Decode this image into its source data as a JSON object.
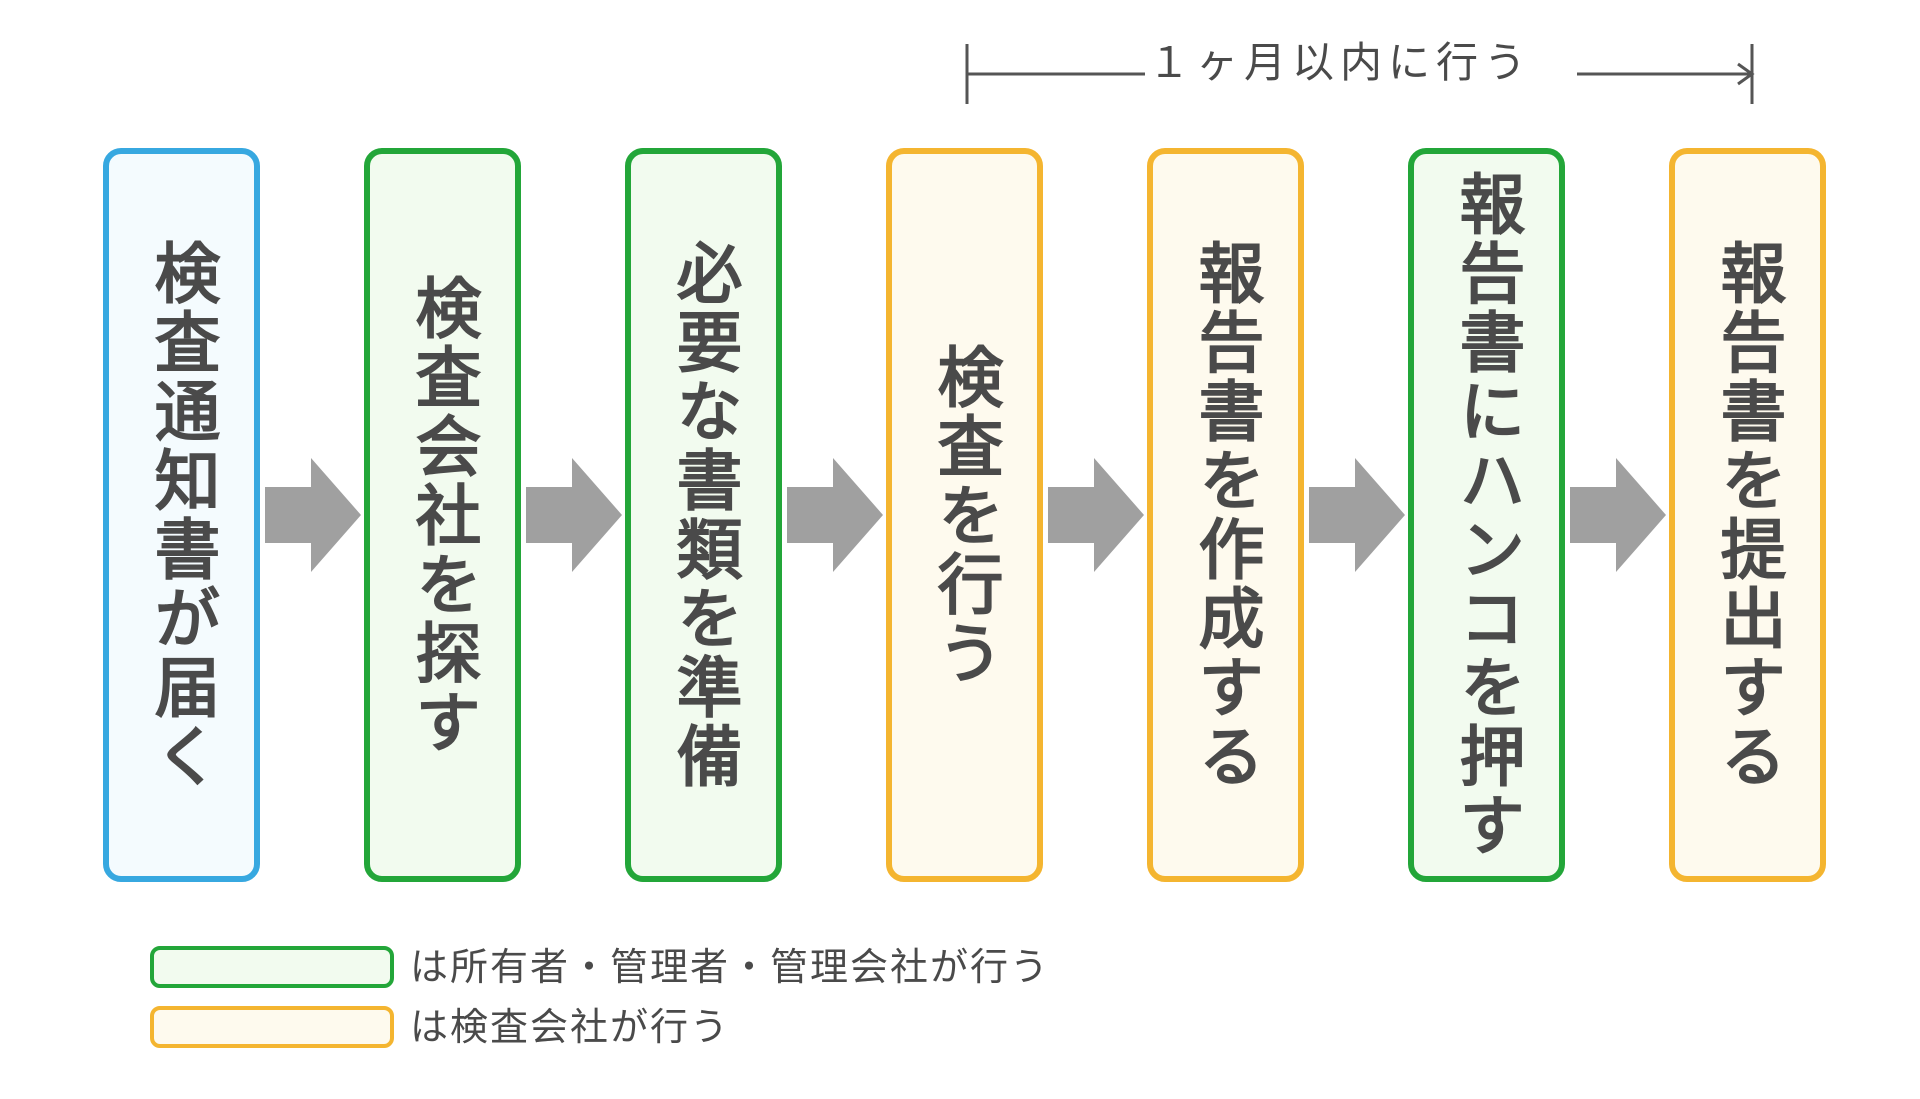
{
  "timeline": {
    "label": "１ヶ月以内に行う"
  },
  "steps": [
    {
      "label": "検査通知書が届く",
      "color": "#37a8e0"
    },
    {
      "label": "検査会社を探す",
      "color": "#23a639"
    },
    {
      "label": "必要な書類を準備",
      "color": "#23a639"
    },
    {
      "label": "検査を行う",
      "color": "#f4b530"
    },
    {
      "label": "報告書を作成する",
      "color": "#f4b530"
    },
    {
      "label": "報告書にハンコを押す",
      "color": "#23a639"
    },
    {
      "label": "報告書を提出する",
      "color": "#f4b530"
    }
  ],
  "legend": [
    {
      "text": "は所有者・管理者・管理会社が行う",
      "color": "#23a639"
    },
    {
      "text": "は検査会社が行う",
      "color": "#f4b530"
    }
  ],
  "colors": {
    "arrow": "#a0a0a0",
    "text": "#4a4a4a",
    "blue": "#37a8e0",
    "green": "#23a639",
    "orange": "#f4b530"
  }
}
